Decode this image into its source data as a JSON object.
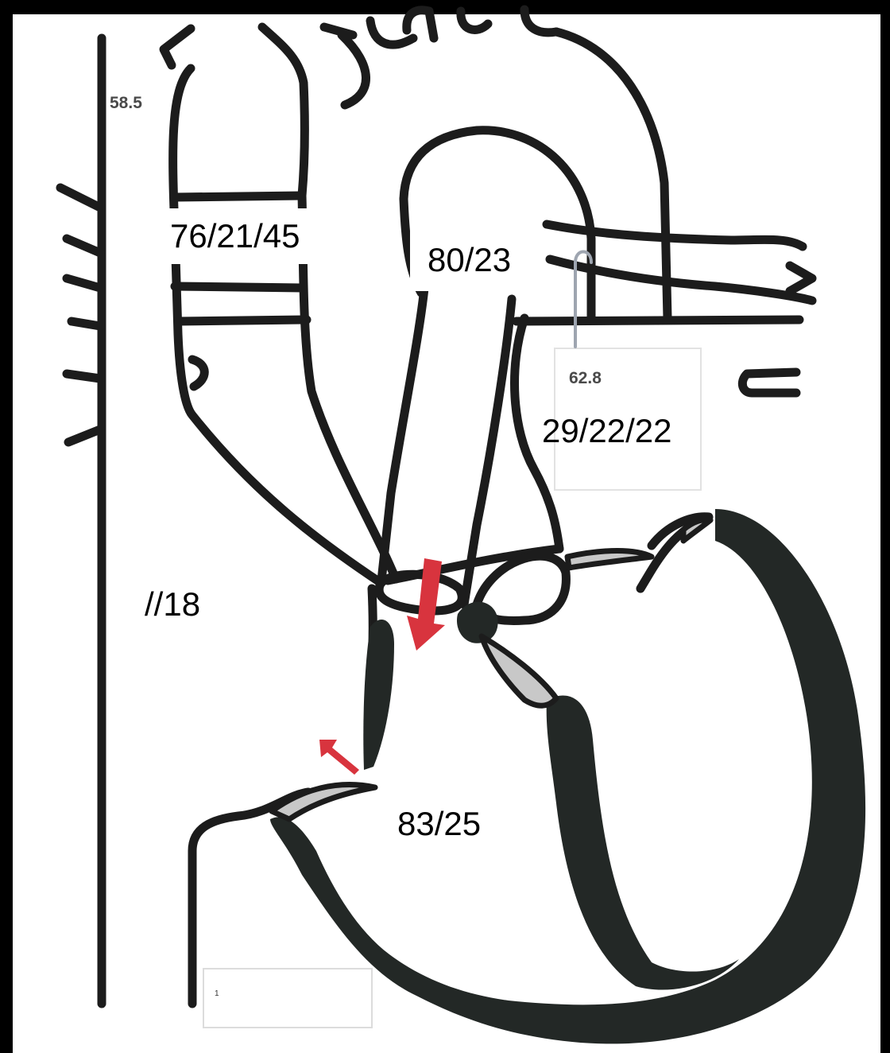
{
  "annotations": {
    "label_58_5": "58.5",
    "label_76_21_45": "76/21/45",
    "label_80_23": "80/23",
    "label_62_8": "62.8",
    "label_29_22_22": "29/22/22",
    "label_18": "//18",
    "label_83_25": "83/25",
    "label_1": "1"
  },
  "colors": {
    "outline": "#1c1c1c",
    "wall": "#232826",
    "valve": "#c8c8c8",
    "flow_arrow": "#d8343e",
    "needle": "#9ea5b0",
    "paper": "#ffffff",
    "frame": "#000000"
  }
}
